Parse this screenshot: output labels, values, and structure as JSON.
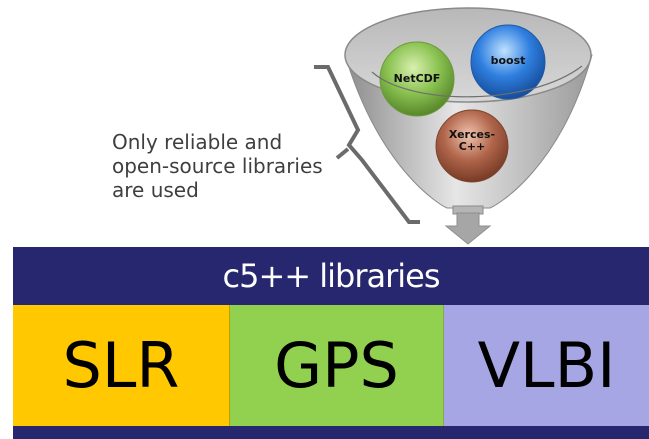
{
  "funnel": {
    "libraries": [
      {
        "label_lines": [
          "NetCDF"
        ],
        "color": "#8ac251",
        "icon": "netcdf-sphere"
      },
      {
        "label_lines": [
          "boost"
        ],
        "color": "#2f7fe0",
        "icon": "boost-sphere"
      },
      {
        "label_lines": [
          "Xerces-",
          "C++"
        ],
        "color": "#b0654a",
        "icon": "xerces-sphere"
      }
    ]
  },
  "caption": {
    "lines": [
      "Only reliable and",
      "open-source libraries",
      "are used"
    ]
  },
  "stack": {
    "title": "c5++ libraries",
    "modules": [
      "SLR",
      "GPS",
      "VLBI"
    ]
  },
  "colors": {
    "bar": "#27276f",
    "slr": "#ffc800",
    "gps": "#92d14f",
    "vlbi": "#a6a6e4",
    "funnel": "#c8c8c8"
  }
}
